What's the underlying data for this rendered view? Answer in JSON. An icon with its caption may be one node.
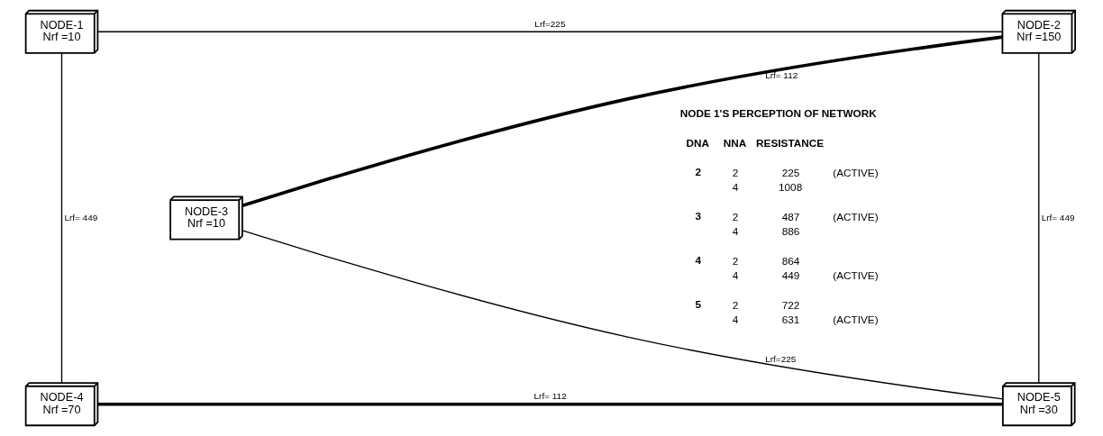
{
  "diagram": {
    "nodes": [
      {
        "text": [
          "NODE-1",
          "Nrf =10"
        ]
      },
      {
        "text": [
          "NODE-2",
          "Nrf =150"
        ]
      },
      {
        "text": [
          "NODE-3",
          "Nrf =10"
        ]
      },
      {
        "text": [
          "NODE-4",
          "Nrf =70"
        ]
      },
      {
        "text": [
          "NODE-5",
          "Nrf =30"
        ]
      }
    ],
    "edges": [
      {
        "from": 0,
        "to": 1,
        "arrow": "none",
        "label": "Lrf=225"
      },
      {
        "from": 1,
        "to": 2,
        "arrow": "none",
        "label": "Lrf= 112",
        "style": "thick"
      },
      {
        "from": 0,
        "to": 3,
        "arrow": "none",
        "label": "Lrf= 449"
      },
      {
        "from": 1,
        "to": 4,
        "arrow": "none",
        "label": "Lrf= 449"
      },
      {
        "from": 2,
        "to": 4,
        "arrow": "none",
        "label": "Lrf=225"
      },
      {
        "from": 3,
        "to": 4,
        "arrow": "none",
        "label": "Lrf= 112",
        "style": "thick"
      }
    ],
    "labels": [
      "NODE 1'S PERCEPTION OF NETWORK",
      "DNA",
      "NNA",
      "RESISTANCE",
      "2",
      "2",
      "225",
      "(ACTIVE)",
      "4",
      "1008",
      "3",
      "2",
      "487",
      "(ACTIVE)",
      "4",
      "886",
      "4",
      "2",
      "864",
      "4",
      "449",
      "(ACTIVE)",
      "5",
      "2",
      "722",
      "4",
      "631",
      "(ACTIVE)"
    ]
  }
}
